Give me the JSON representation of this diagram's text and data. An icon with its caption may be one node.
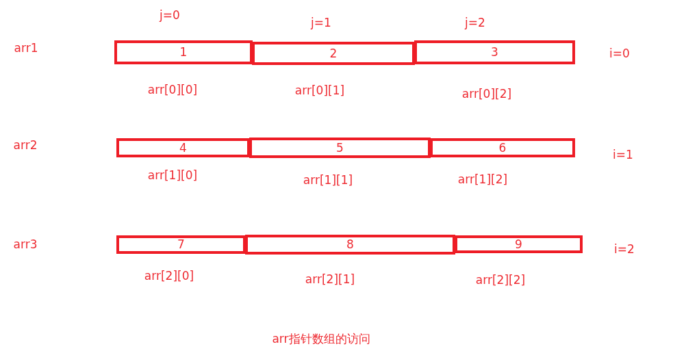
{
  "diagram": {
    "caption": "arr指针数组的访问",
    "nodes": [
      {
        "text": [
          "1"
        ]
      },
      {
        "text": [
          "2"
        ]
      },
      {
        "text": [
          "3"
        ]
      },
      {
        "text": [
          "4"
        ]
      },
      {
        "text": [
          "5"
        ]
      },
      {
        "text": [
          "6"
        ]
      },
      {
        "text": [
          "7"
        ]
      },
      {
        "text": [
          "8"
        ]
      },
      {
        "text": [
          "9"
        ]
      }
    ],
    "labels": [
      "j=0",
      "j=1",
      "j=2",
      "arr1",
      "i=0",
      "arr[0][0]",
      "arr[0][1]",
      "arr[0][2]",
      "arr2",
      "i=1",
      "arr[1][0]",
      "arr[1][1]",
      "arr[1][2]",
      "arr3",
      "i=2",
      "arr[2][0]",
      "arr[2][1]",
      "arr[2][2]"
    ]
  }
}
